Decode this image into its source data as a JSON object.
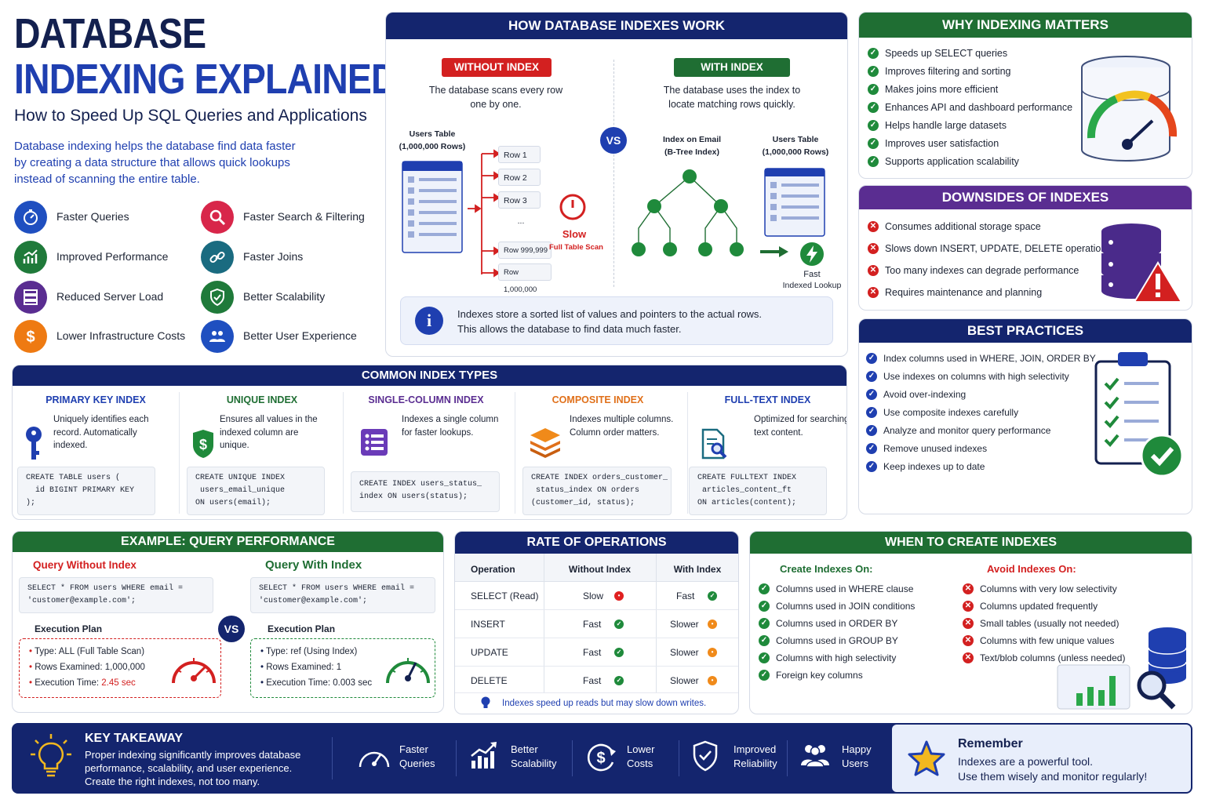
{
  "title": {
    "line1": "DATABASE",
    "line2": "INDEXING EXPLAINED",
    "subtitle": "How to Speed Up SQL Queries and Applications",
    "intro1": "Database indexing helps the database find data faster",
    "intro2": "by creating a data structure that allows quick lookups",
    "intro3": "instead of scanning the entire table."
  },
  "features": [
    {
      "label": "Faster Queries",
      "icon": "stopwatch-icon",
      "color": "#1f4fc0"
    },
    {
      "label": "Faster Search & Filtering",
      "icon": "search-icon",
      "color": "#d8264a"
    },
    {
      "label": "Improved Performance",
      "icon": "growth-chart-icon",
      "color": "#1f7a3a"
    },
    {
      "label": "Faster Joins",
      "icon": "link-icon",
      "color": "#1a6b80"
    },
    {
      "label": "Reduced Server Load",
      "icon": "server-icon",
      "color": "#5a2d91"
    },
    {
      "label": "Better Scalability",
      "icon": "shield-check-icon",
      "color": "#1f7a3a"
    },
    {
      "label": "Lower Infrastructure Costs",
      "icon": "dollar-icon",
      "color": "#ee7a12"
    },
    {
      "label": "Better User Experience",
      "icon": "users-icon",
      "color": "#1f4fc0"
    }
  ],
  "how": {
    "header": "HOW DATABASE INDEXES WORK",
    "without_label": "WITHOUT INDEX",
    "without_desc1": "The database scans every row",
    "without_desc2": "one by one.",
    "with_label": "WITH INDEX",
    "with_desc1": "The database uses the index to",
    "with_desc2": "locate matching rows quickly.",
    "vs": "VS",
    "users_table_1": "Users Table",
    "users_table_rows": "(1,000,000 Rows)",
    "rows": [
      "Row 1",
      "Row 2",
      "Row 3",
      "...",
      "Row 999,999",
      "Row 1,000,000"
    ],
    "slow": "Slow",
    "full_scan": "Full Table Scan",
    "index_on_email": "Index on Email",
    "btree": "(B-Tree Index)",
    "fast": "Fast",
    "indexed_lookup": "Indexed Lookup",
    "info1": "Indexes store a sorted list of values and pointers to the actual rows.",
    "info2": "This allows the database to find data much faster."
  },
  "why": {
    "header": "WHY INDEXING MATTERS",
    "items": [
      "Speeds up SELECT queries",
      "Improves filtering and sorting",
      "Makes joins more efficient",
      "Enhances API and dashboard performance",
      "Helps handle large datasets",
      "Improves user satisfaction",
      "Supports application scalability"
    ]
  },
  "downsides": {
    "header": "DOWNSIDES OF INDEXES",
    "items": [
      "Consumes additional storage space",
      "Slows down INSERT, UPDATE, DELETE operations",
      "Too many indexes can degrade performance",
      "Requires maintenance and planning"
    ]
  },
  "best": {
    "header": "BEST PRACTICES",
    "items": [
      "Index columns used in WHERE, JOIN, ORDER BY",
      "Use indexes on columns with high selectivity",
      "Avoid over-indexing",
      "Use composite indexes carefully",
      "Analyze and monitor query performance",
      "Remove unused indexes",
      "Keep indexes up to date"
    ]
  },
  "types": {
    "header": "COMMON INDEX TYPES",
    "items": [
      {
        "title": "PRIMARY KEY INDEX",
        "color": "#1f3fb0",
        "desc": [
          "Uniquely identifies each",
          "record. Automatically",
          "indexed."
        ],
        "code": [
          "CREATE TABLE users (",
          "  id BIGINT PRIMARY KEY",
          ");"
        ],
        "icon": "key-icon"
      },
      {
        "title": "UNIQUE INDEX",
        "color": "#1f6e33",
        "desc": [
          "Ensures all values in the",
          "indexed column are",
          "unique."
        ],
        "code": [
          "CREATE UNIQUE INDEX",
          " users_email_unique",
          "ON users(email);"
        ],
        "icon": "unique-badge-icon"
      },
      {
        "title": "SINGLE-COLUMN INDEX",
        "color": "#5a2d91",
        "desc": [
          "Indexes a single column",
          "for faster lookups."
        ],
        "code": [
          "CREATE INDEX users_status_",
          "index ON users(status);"
        ],
        "icon": "list-icon"
      },
      {
        "title": "COMPOSITE INDEX",
        "color": "#e0701a",
        "desc": [
          "Indexes multiple columns.",
          "Column order matters."
        ],
        "code": [
          "CREATE INDEX orders_customer_",
          " status_index ON orders",
          "(customer_id, status);"
        ],
        "icon": "layers-icon"
      },
      {
        "title": "FULL-TEXT INDEX",
        "color": "#1f3fb0",
        "desc": [
          "Optimized for searching",
          "text content."
        ],
        "code": [
          "CREATE FULLTEXT INDEX",
          " articles_content_ft",
          "ON articles(content);"
        ],
        "icon": "document-search-icon"
      }
    ]
  },
  "example": {
    "header": "EXAMPLE: QUERY PERFORMANCE",
    "without_title": "Query Without Index",
    "with_title": "Query With Index",
    "sql1": "SELECT * FROM users WHERE email =",
    "sql2": "'customer@example.com';",
    "plan": "Execution Plan",
    "vs": "VS",
    "without": [
      {
        "k": "Type: ALL",
        "v": "(Full Table Scan)"
      },
      {
        "k": "Rows Examined:",
        "v": "1,000,000"
      },
      {
        "k": "Execution Time:",
        "v": "2.45 sec"
      }
    ],
    "with": [
      {
        "k": "Type: ref",
        "v": "(Using Index)"
      },
      {
        "k": "Rows Examined:",
        "v": "1"
      },
      {
        "k": "Execution Time:",
        "v": "0.003 sec"
      }
    ]
  },
  "rate": {
    "header": "RATE OF OPERATIONS",
    "cols": [
      "Operation",
      "Without Index",
      "With Index"
    ],
    "rows": [
      {
        "op": "SELECT (Read)",
        "without": "Slow",
        "with": "Fast",
        "wo_c": "red",
        "wi_c": "green"
      },
      {
        "op": "INSERT",
        "without": "Fast",
        "with": "Slower",
        "wo_c": "green",
        "wi_c": "orange"
      },
      {
        "op": "UPDATE",
        "without": "Fast",
        "with": "Slower",
        "wo_c": "green",
        "wi_c": "orange"
      },
      {
        "op": "DELETE",
        "without": "Fast",
        "with": "Slower",
        "wo_c": "green",
        "wi_c": "orange"
      }
    ],
    "note": "Indexes speed up reads but may slow down writes."
  },
  "when": {
    "header": "WHEN TO CREATE INDEXES",
    "create_title": "Create Indexes On:",
    "avoid_title": "Avoid Indexes On:",
    "create": [
      "Columns used in WHERE clause",
      "Columns used in JOIN conditions",
      "Columns used in ORDER BY",
      "Columns used in GROUP BY",
      "Columns with high selectivity",
      "Foreign key columns"
    ],
    "avoid": [
      "Columns with very low selectivity",
      "Columns updated frequently",
      "Small tables (usually not needed)",
      "Columns with few unique values",
      "Text/blob columns (unless needed)"
    ]
  },
  "takeaway": {
    "title": "KEY TAKEAWAY",
    "l1": "Proper indexing significantly improves database",
    "l2": "performance, scalability, and user experience.",
    "l3": "Create the right indexes, not too many.",
    "benefits": [
      {
        "a": "Faster",
        "b": "Queries",
        "icon": "speedometer-icon"
      },
      {
        "a": "Better",
        "b": "Scalability",
        "icon": "bar-growth-icon"
      },
      {
        "a": "Lower",
        "b": "Costs",
        "icon": "dollar-cycle-icon"
      },
      {
        "a": "Improved",
        "b": "Reliability",
        "icon": "shield-icon"
      },
      {
        "a": "Happy",
        "b": "Users",
        "icon": "users-icon"
      }
    ],
    "remember": "Remember",
    "r1": "Indexes are a powerful tool.",
    "r2": "Use them wisely and monitor regularly!"
  }
}
